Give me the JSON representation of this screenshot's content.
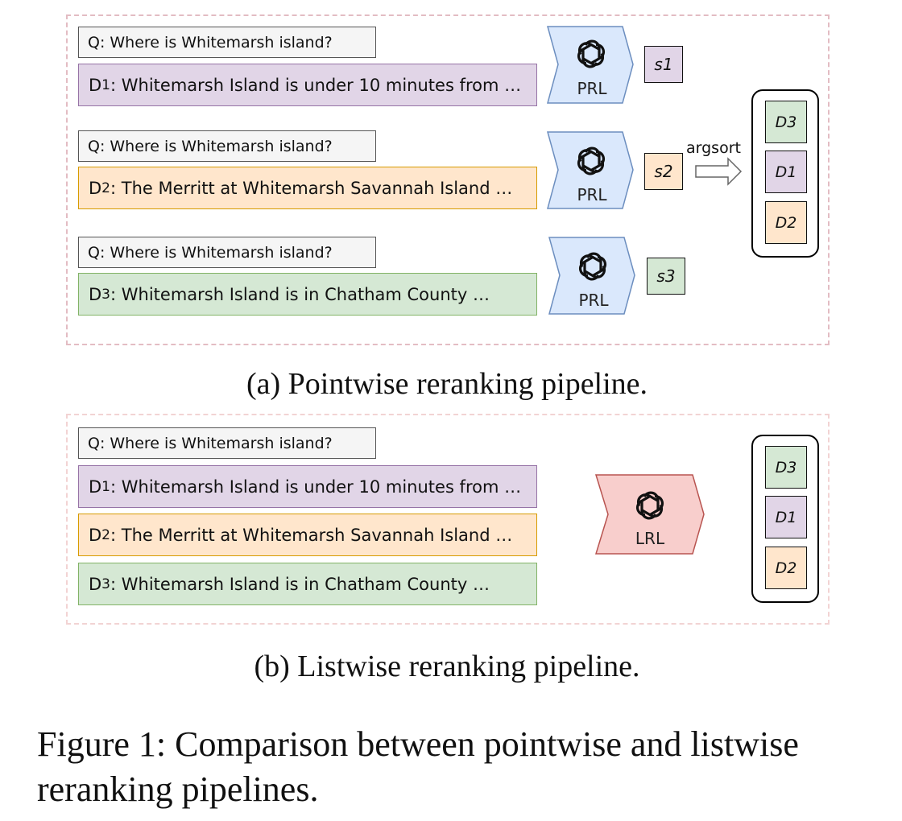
{
  "panel_a": {
    "rows": [
      {
        "query": "Q: Where is Whitemarsh island?",
        "doc_prefix": "D",
        "doc_num": "1",
        "doc_text": ": Whitemarsh Island is under 10 minutes from …",
        "doc_color": "purple",
        "model": "PRL",
        "score_label": "s1"
      },
      {
        "query": "Q: Where is Whitemarsh island?",
        "doc_prefix": "D",
        "doc_num": "2",
        "doc_text": ": The Merritt at Whitemarsh Savannah Island …",
        "doc_color": "orange",
        "model": "PRL",
        "score_label": "s2"
      },
      {
        "query": "Q: Where is Whitemarsh island?",
        "doc_prefix": "D",
        "doc_num": "3",
        "doc_text": ": Whitemarsh Island is in Chatham County …",
        "doc_color": "green",
        "model": "PRL",
        "score_label": "s3"
      }
    ],
    "arrow_label": "argsort",
    "ranking": [
      "D3",
      "D1",
      "D2"
    ],
    "caption": "(a) Pointwise reranking pipeline."
  },
  "panel_b": {
    "query": "Q: Where is Whitemarsh island?",
    "docs": [
      {
        "prefix": "D",
        "num": "1",
        "text": ": Whitemarsh Island is under 10 minutes from …",
        "color": "purple"
      },
      {
        "prefix": "D",
        "num": "2",
        "text": ": The Merritt at Whitemarsh Savannah Island …",
        "color": "orange"
      },
      {
        "prefix": "D",
        "num": "3",
        "text": ": Whitemarsh Island is in Chatham County …",
        "color": "green"
      }
    ],
    "model": "LRL",
    "ranking": [
      "D3",
      "D1",
      "D2"
    ],
    "caption": "(b) Listwise reranking pipeline."
  },
  "figure_caption": "Figure 1: Comparison between pointwise and listwise reranking pipelines.",
  "colors": {
    "purple_fill": "#e1d5e7",
    "purple_stroke": "#9673a6",
    "orange_fill": "#ffe6cc",
    "orange_stroke": "#d79b00",
    "green_fill": "#d5e8d4",
    "green_stroke": "#82b366",
    "prl_fill": "#dae8fc",
    "prl_stroke": "#6c8ebf",
    "lrl_fill": "#f8cecc",
    "lrl_stroke": "#b85450"
  },
  "icons": {
    "model_icon": "openai-logo-icon",
    "arrow_icon": "right-arrow-icon"
  }
}
